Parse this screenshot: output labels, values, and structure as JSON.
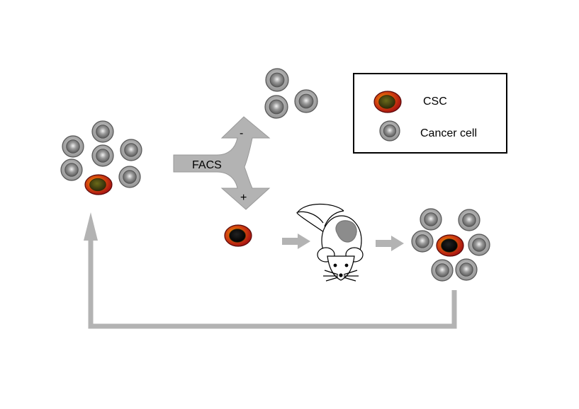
{
  "diagram": {
    "facs_label": "FACS",
    "minus_sign": "-",
    "plus_sign": "+"
  },
  "legend": {
    "items": [
      {
        "label": "CSC",
        "icon": "csc-cell-icon"
      },
      {
        "label": "Cancer cell",
        "icon": "cancer-cell-icon"
      }
    ]
  },
  "colors": {
    "arrow_gray": "#b3b3b3",
    "cell_gray": "#909090",
    "csc_outer": "#b5141a",
    "csc_inner": "#c9b000",
    "line": "#000000"
  }
}
